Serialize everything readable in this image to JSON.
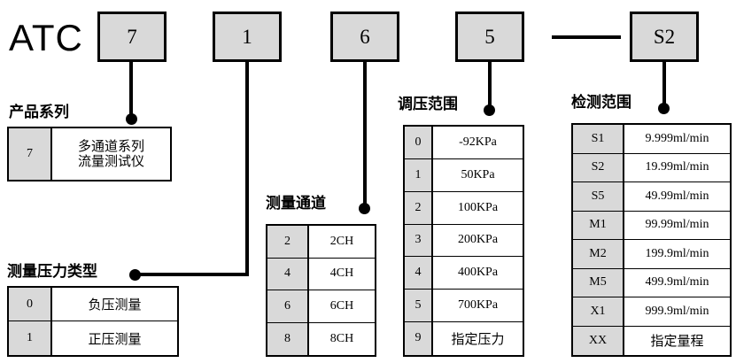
{
  "model": {
    "prefix": "ATC",
    "boxes": [
      {
        "name": "product-series",
        "value": "7"
      },
      {
        "name": "pressure-type",
        "value": "1"
      },
      {
        "name": "measure-channel",
        "value": "6"
      },
      {
        "name": "pressure-range",
        "value": "5"
      },
      {
        "name": "detection-range",
        "value": "S2"
      }
    ],
    "separator": "—"
  },
  "sections": {
    "product_series": {
      "title": "产品系列",
      "rows": [
        {
          "code": "7",
          "desc_line1": "多通道系列",
          "desc_line2": "流量测试仪"
        }
      ]
    },
    "pressure_type": {
      "title": "测量压力类型",
      "rows": [
        {
          "code": "0",
          "desc": "负压测量"
        },
        {
          "code": "1",
          "desc": "正压测量"
        }
      ]
    },
    "measure_channel": {
      "title": "测量通道",
      "rows": [
        {
          "code": "2",
          "desc": "2CH"
        },
        {
          "code": "4",
          "desc": "4CH"
        },
        {
          "code": "6",
          "desc": "6CH"
        },
        {
          "code": "8",
          "desc": "8CH"
        }
      ]
    },
    "pressure_range": {
      "title": "调压范围",
      "rows": [
        {
          "code": "0",
          "desc": "-92KPa"
        },
        {
          "code": "1",
          "desc": "50KPa"
        },
        {
          "code": "2",
          "desc": "100KPa"
        },
        {
          "code": "3",
          "desc": "200KPa"
        },
        {
          "code": "4",
          "desc": "400KPa"
        },
        {
          "code": "5",
          "desc": "700KPa"
        },
        {
          "code": "9",
          "desc": "指定压力"
        }
      ]
    },
    "detection_range": {
      "title": "检测范围",
      "rows": [
        {
          "code": "S1",
          "desc": "9.999ml/min"
        },
        {
          "code": "S2",
          "desc": "19.99ml/min"
        },
        {
          "code": "S5",
          "desc": "49.99ml/min"
        },
        {
          "code": "M1",
          "desc": "99.99ml/min"
        },
        {
          "code": "M2",
          "desc": "199.9ml/min"
        },
        {
          "code": "M5",
          "desc": "499.9ml/min"
        },
        {
          "code": "X1",
          "desc": "999.9ml/min"
        },
        {
          "code": "XX",
          "desc": "指定量程"
        }
      ]
    }
  },
  "colors": {
    "code_fill": "#d9d9d9",
    "line": "#000000",
    "background": "#ffffff"
  }
}
